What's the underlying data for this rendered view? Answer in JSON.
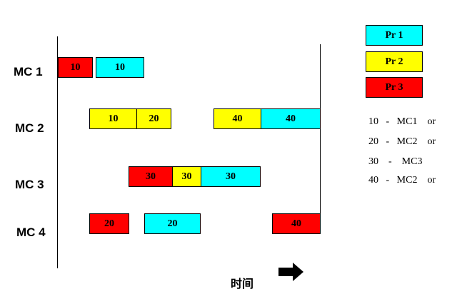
{
  "colors": {
    "pr1": "#00ffff",
    "pr2": "#ffff00",
    "pr3": "#ff0000"
  },
  "machines": [
    {
      "label": "MC 1"
    },
    {
      "label": "MC 2"
    },
    {
      "label": "MC 3"
    },
    {
      "label": "MC 4"
    }
  ],
  "bars": [
    {
      "machine": "MC 1",
      "product": "pr3",
      "label": "10"
    },
    {
      "machine": "MC 1",
      "product": "pr1",
      "label": "10"
    },
    {
      "machine": "MC 2",
      "product": "pr2",
      "label": "10"
    },
    {
      "machine": "MC 2",
      "product": "pr2",
      "label": "20"
    },
    {
      "machine": "MC 2",
      "product": "pr2",
      "label": "40"
    },
    {
      "machine": "MC 2",
      "product": "pr1",
      "label": "40"
    },
    {
      "machine": "MC 3",
      "product": "pr3",
      "label": "30"
    },
    {
      "machine": "MC 3",
      "product": "pr2",
      "label": "30"
    },
    {
      "machine": "MC 3",
      "product": "pr1",
      "label": "30"
    },
    {
      "machine": "MC 4",
      "product": "pr3",
      "label": "20"
    },
    {
      "machine": "MC 4",
      "product": "pr1",
      "label": "20"
    },
    {
      "machine": "MC 4",
      "product": "pr3",
      "label": "40"
    }
  ],
  "legend": [
    {
      "label": "Pr 1",
      "product": "pr1"
    },
    {
      "label": "Pr 2",
      "product": "pr2"
    },
    {
      "label": "Pr 3",
      "product": "pr3"
    }
  ],
  "routing": [
    {
      "text": "10   -   MC1    or"
    },
    {
      "text": "20   -   MC2    or"
    },
    {
      "text": "30    -    MC3"
    },
    {
      "text": "40   -   MC2    or"
    }
  ],
  "time_label": "时间",
  "arrow_icon": "right-arrow-icon"
}
